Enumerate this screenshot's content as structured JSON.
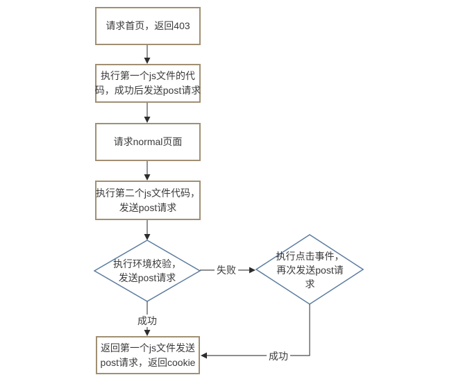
{
  "flow": {
    "nodes": {
      "request_home": {
        "lines": [
          "请求首页，返回403"
        ]
      },
      "exec_first_js": {
        "lines": [
          "执行第一个js文件的代",
          "码，成功后发送post请求"
        ]
      },
      "request_normal": {
        "lines": [
          "请求normal页面"
        ]
      },
      "exec_second_js": {
        "lines": [
          "执行第二个js文件代码，",
          "发送post请求"
        ]
      },
      "env_check": {
        "lines": [
          "执行环境校验，",
          "发送post请求"
        ]
      },
      "click_event": {
        "lines": [
          "执行点击事件，",
          "再次发送post请",
          "求"
        ]
      },
      "return_cookie": {
        "lines": [
          "返回第一个js文件发送",
          "post请求，返回cookie"
        ]
      }
    },
    "edges": {
      "fail_label": "失败",
      "success_left_label": "成功",
      "success_right_label": "成功"
    },
    "colors": {
      "process_border": "#a08f72",
      "decision_border": "#5b7b9f",
      "connector": "#4a4a4a",
      "arrowhead": "#2d2d2d",
      "text": "#3a3a3a",
      "canvas_bg": "#ffffff"
    }
  }
}
